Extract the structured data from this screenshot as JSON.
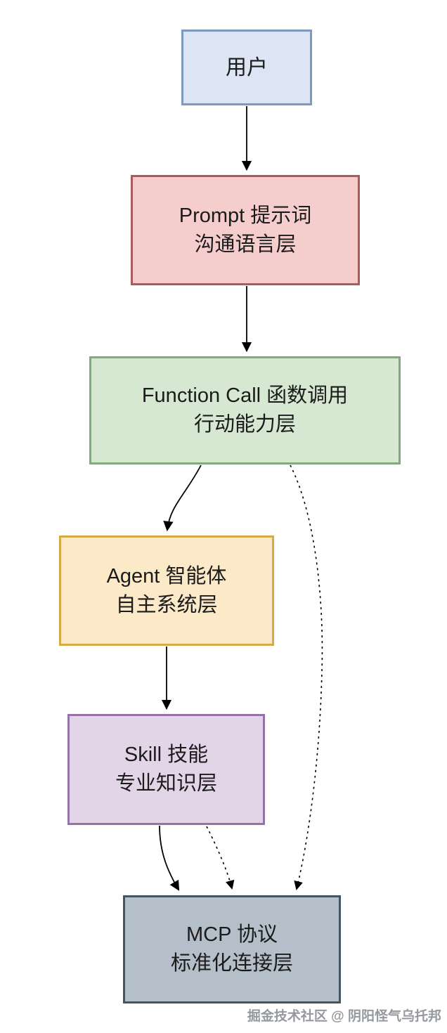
{
  "diagram": {
    "nodes": {
      "user": {
        "line1": "用户",
        "line2": ""
      },
      "prompt": {
        "line1": "Prompt 提示词",
        "line2": "沟通语言层"
      },
      "function": {
        "line1": "Function Call 函数调用",
        "line2": "行动能力层"
      },
      "agent": {
        "line1": "Agent 智能体",
        "line2": "自主系统层"
      },
      "skill": {
        "line1": "Skill 技能",
        "line2": "专业知识层"
      },
      "mcp": {
        "line1": "MCP 协议",
        "line2": "标准化连接层"
      }
    },
    "colors": {
      "user_fill": "#dbe5f4",
      "user_border": "#7d99c1",
      "prompt_fill": "#f5cdcd",
      "prompt_border": "#ad5a5a",
      "function_fill": "#d6e8d2",
      "function_border": "#85a97e",
      "agent_fill": "#fbe9c8",
      "agent_border": "#d8a947",
      "skill_fill": "#e1d5e7",
      "skill_border": "#9673a6",
      "mcp_fill": "#b4bfc9",
      "mcp_border": "#445560",
      "arrow": "#000000"
    }
  },
  "watermark": "掘金技术社区 @ 阴阳怪气乌托邦"
}
